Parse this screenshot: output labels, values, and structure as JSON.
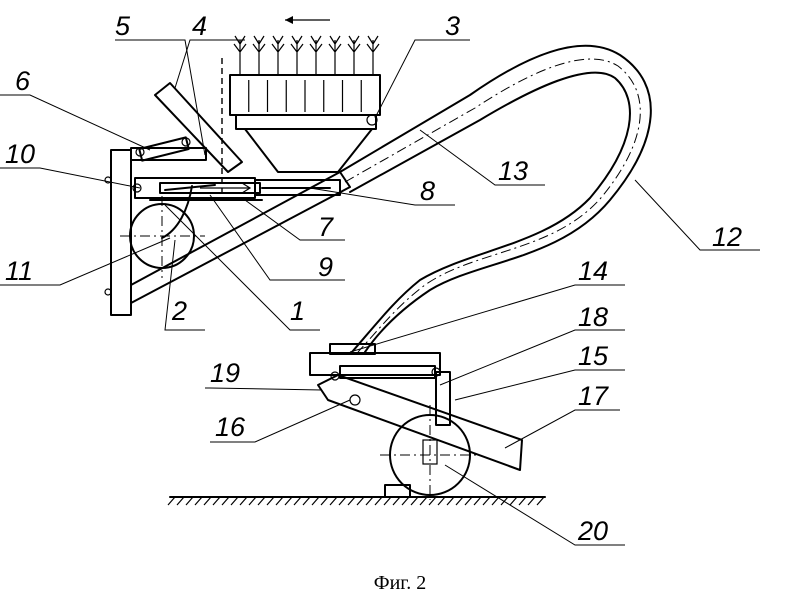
{
  "caption": "Фиг. 2",
  "labels": [
    "1",
    "2",
    "3",
    "4",
    "5",
    "6",
    "7",
    "8",
    "9",
    "10",
    "11",
    "12",
    "13",
    "14",
    "15",
    "16",
    "17",
    "18",
    "19",
    "20"
  ]
}
